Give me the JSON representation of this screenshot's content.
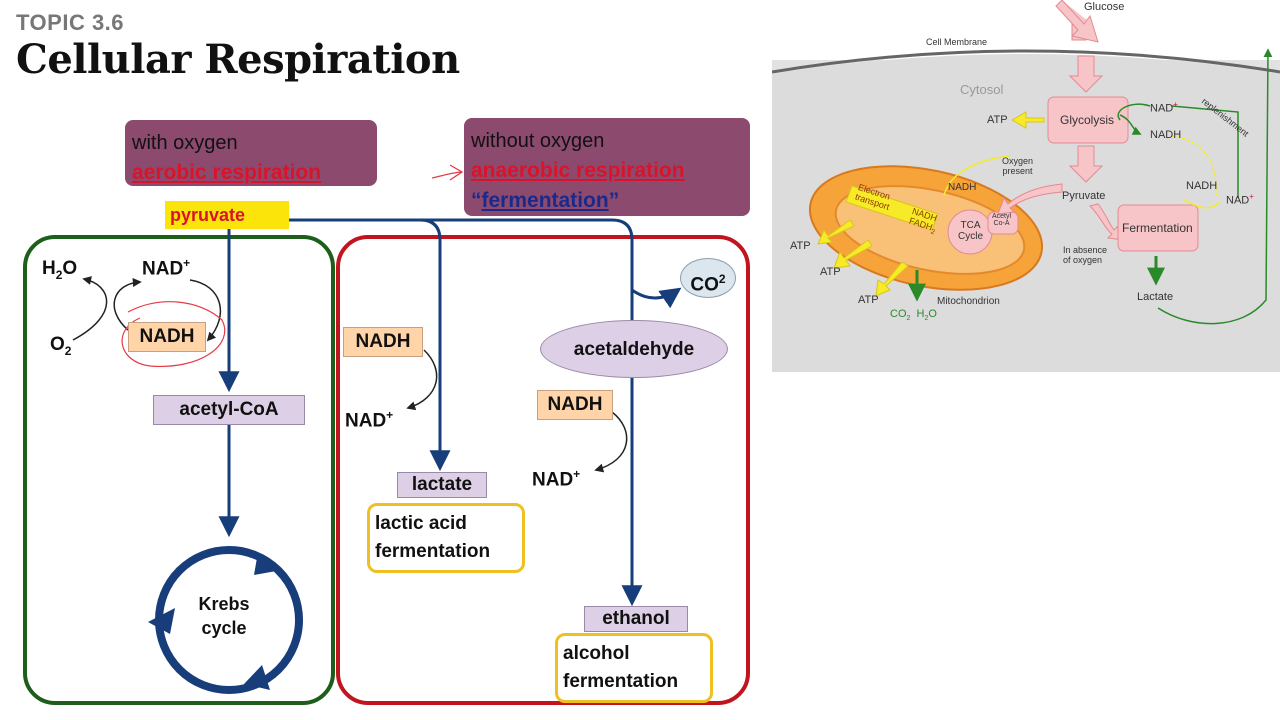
{
  "header": {
    "topic": "TOPIC 3.6",
    "title": "Cellular Respiration"
  },
  "aerobic": {
    "line1": "with oxygen",
    "line2": "aerobic respiration"
  },
  "anaerobic": {
    "line1": "without oxygen",
    "line2": "anaerobic respiration",
    "open_quote": "“",
    "line3": "fermentation",
    "close_quote": "”"
  },
  "pyruvate": "pyruvate",
  "aerobic_path": {
    "h2o": "H",
    "h2o_sub": "2",
    "h2o_o": "O",
    "nad": "NAD",
    "nad_sup": "+",
    "o2": "O",
    "o2_sub": "2",
    "nadh": "NADH",
    "acetyl": "acetyl-CoA",
    "krebs1": "Krebs",
    "krebs2": "cycle"
  },
  "lactic_path": {
    "nadh": "NADH",
    "nad": "NAD",
    "nad_sup": "+",
    "product": "lactate",
    "name1": "lactic acid",
    "name2": "fermentation"
  },
  "alcohol_path": {
    "co2": "CO",
    "co2_sup": "2",
    "intermediate": "acetaldehyde",
    "nadh": "NADH",
    "nad": "NAD",
    "nad_sup": "+",
    "product": "ethanol",
    "name1": "alcohol",
    "name2": "fermentation"
  },
  "panel": {
    "glucose": "Glucose",
    "membrane": "Cell Membrane",
    "cytosol": "Cytosol",
    "glycolysis": "Glycolysis",
    "atp": "ATP",
    "nad": "NAD",
    "nad_sup": "+",
    "nadh": "NADH",
    "replenishment": "replenishment",
    "oxygen_present1": "Oxygen",
    "oxygen_present2": "present",
    "pyruvate": "Pyruvate",
    "fermentation": "Fermentation",
    "absence1": "In absence",
    "absence2": "of oxygen",
    "lactate": "Lactate",
    "electron1": "Electron",
    "electron2": "transport",
    "nadh_fadh1": "NADH",
    "nadh_fadh2": "FADH",
    "nadh_fadh2_sub": "2",
    "tca1": "TCA",
    "tca2": "Cycle",
    "acetyl1": "Acetyl",
    "acetyl2": "Co-A",
    "mitochondrion": "Mitochondrion",
    "co2": "CO",
    "co2_sub": "2",
    "h2o": "H",
    "h2o_sub": "2",
    "h2o_o": "O"
  },
  "colors": {
    "aerobic_border": "#1d5e1a",
    "anaerobic_border": "#c2141e",
    "arrow": "#173d7a",
    "header_box": "#8c4a6e"
  }
}
